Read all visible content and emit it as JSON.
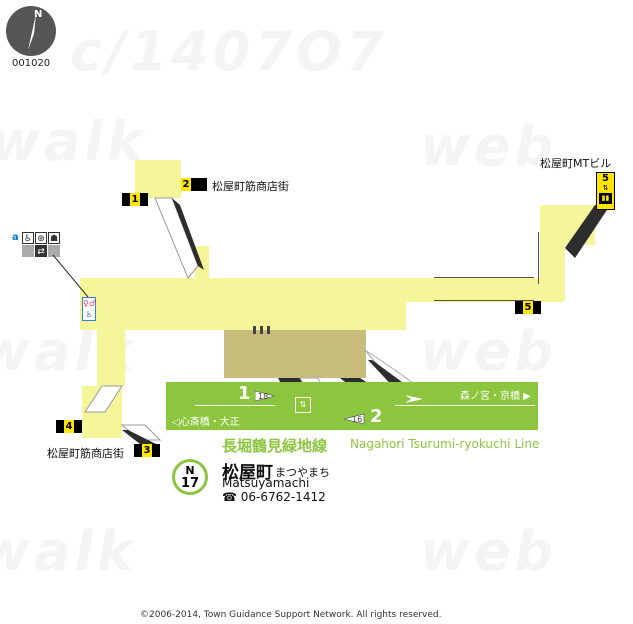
{
  "map_code": "001020",
  "compass": {
    "label": "N"
  },
  "watermark_words": [
    "walk",
    "web",
    "walk",
    "web",
    "walk",
    "web"
  ],
  "exits": [
    {
      "number": "1",
      "label": ""
    },
    {
      "number": "2",
      "label": "松屋町筋商店街"
    },
    {
      "number": "3",
      "label": "松屋町筋商店街"
    },
    {
      "number": "4",
      "label": ""
    },
    {
      "number": "5",
      "label": ""
    },
    {
      "number": "5",
      "label": "松屋町MTビル"
    }
  ],
  "elevator_tag": {
    "letter": "a"
  },
  "platform": {
    "track_1": "1",
    "track_2": "2",
    "car_1": "18",
    "car_2": "16",
    "direction_left": "◁心斎橋・大正",
    "direction_right": "森ノ宮・京橋 ▶",
    "line_name_ja": "長堀鶴見緑地線",
    "line_name_en": "Nagahori Tsurumi-ryokuchi Line"
  },
  "station": {
    "line_code": "N",
    "number": "17",
    "name_ja": "松屋町",
    "name_kana": "まつやまち",
    "name_en": "Matsuyamachi",
    "phone": "☎ 06-6762-1412"
  },
  "copyright": "©2006-2014, Town Guidance Support Network. All rights reserved.",
  "colors": {
    "concourse": "#f5f59a",
    "platform": "#8cc63f",
    "line_text": "#8cc63f",
    "exit_badge": "#000000",
    "stairs": "#2d2d2d"
  }
}
